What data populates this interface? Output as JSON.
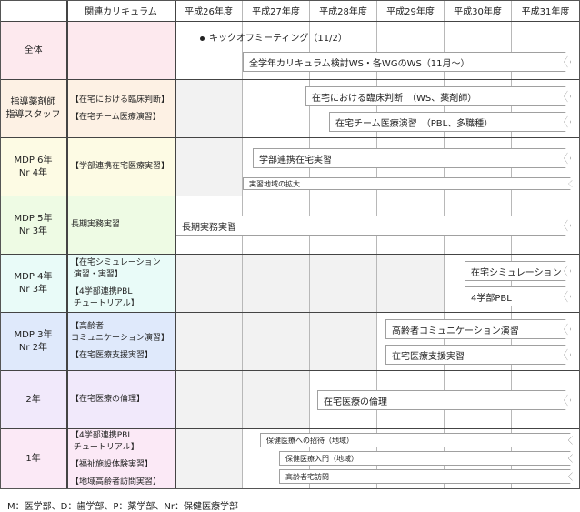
{
  "header": {
    "curriculum": "関連カリキュラム",
    "years": [
      "平成26年度",
      "平成27年度",
      "平成28年度",
      "平成29年度",
      "平成30年度",
      "平成31年度"
    ]
  },
  "rows": [
    {
      "label": "全体",
      "bg": "#fde9ee",
      "curriculum": [],
      "items": [
        {
          "text": "キックオフミーティング（11/2）",
          "type": "dot"
        },
        {
          "text": "全学年カリキュラム検討WS・各WGのWS（11月～）",
          "type": "bar"
        }
      ]
    },
    {
      "label": "指導薬剤師\n指導スタッフ",
      "bg": "#fdf1e4",
      "curriculum": [
        "【在宅における臨床判断】",
        "【在宅チーム医療演習】"
      ],
      "items": [
        {
          "text": "在宅における臨床判断　（WS、薬剤師）",
          "type": "bar"
        },
        {
          "text": "在宅チーム医療演習　（PBL、多職種）",
          "type": "bar"
        }
      ]
    },
    {
      "label": "MDP 6年\nNr 4年",
      "bg": "#fdfbe4",
      "curriculum": [
        "【学部連携在宅医療実習】"
      ],
      "items": [
        {
          "text": "学部連携在宅実習",
          "type": "bar"
        },
        {
          "text": "実習地域の拡大",
          "type": "bar-small"
        }
      ]
    },
    {
      "label": "MDP 5年\nNr 3年",
      "bg": "#eefbe4",
      "curriculum": [
        "長期実務実習"
      ],
      "items": [
        {
          "text": "長期実務実習",
          "type": "bar"
        }
      ]
    },
    {
      "label": "MDP 4年\nNr 3年",
      "bg": "#e9fbf8",
      "curriculum": [
        "【在宅シミュレーション\n 演習・実習】",
        "【4学部連携PBL\n チュートリアル】"
      ],
      "items": [
        {
          "text": "在宅シミュレーション",
          "type": "bar"
        },
        {
          "text": "4学部PBL",
          "type": "bar"
        }
      ]
    },
    {
      "label": "MDP 3年\nNr 2年",
      "bg": "#dfe9fb",
      "curriculum": [
        "【高齢者\nコミュニケーション演習】",
        "【在宅医療支援実習】"
      ],
      "items": [
        {
          "text": "高齢者コミュニケーション演習",
          "type": "bar"
        },
        {
          "text": "在宅医療支援実習",
          "type": "bar"
        }
      ]
    },
    {
      "label": "2年",
      "bg": "#f1e9fb",
      "curriculum": [
        "【在宅医療の倫理】"
      ],
      "items": [
        {
          "text": "在宅医療の倫理",
          "type": "bar"
        }
      ]
    },
    {
      "label": "1年",
      "bg": "#fbe9f6",
      "curriculum": [
        "【4学部連携PBL\n チュートリアル】",
        "【福祉施設体験実習】",
        "【地域高齢者訪問実習】"
      ],
      "items": [
        {
          "text": "保健医療への招待（地域）",
          "type": "bar-small"
        },
        {
          "text": "保健医療入門（地域）",
          "type": "bar-small"
        },
        {
          "text": "高齢者宅訪問",
          "type": "bar-small"
        }
      ]
    }
  ],
  "footnote": "M：医学部、D：歯学部、P：薬学部、Nr：保健医療学部"
}
